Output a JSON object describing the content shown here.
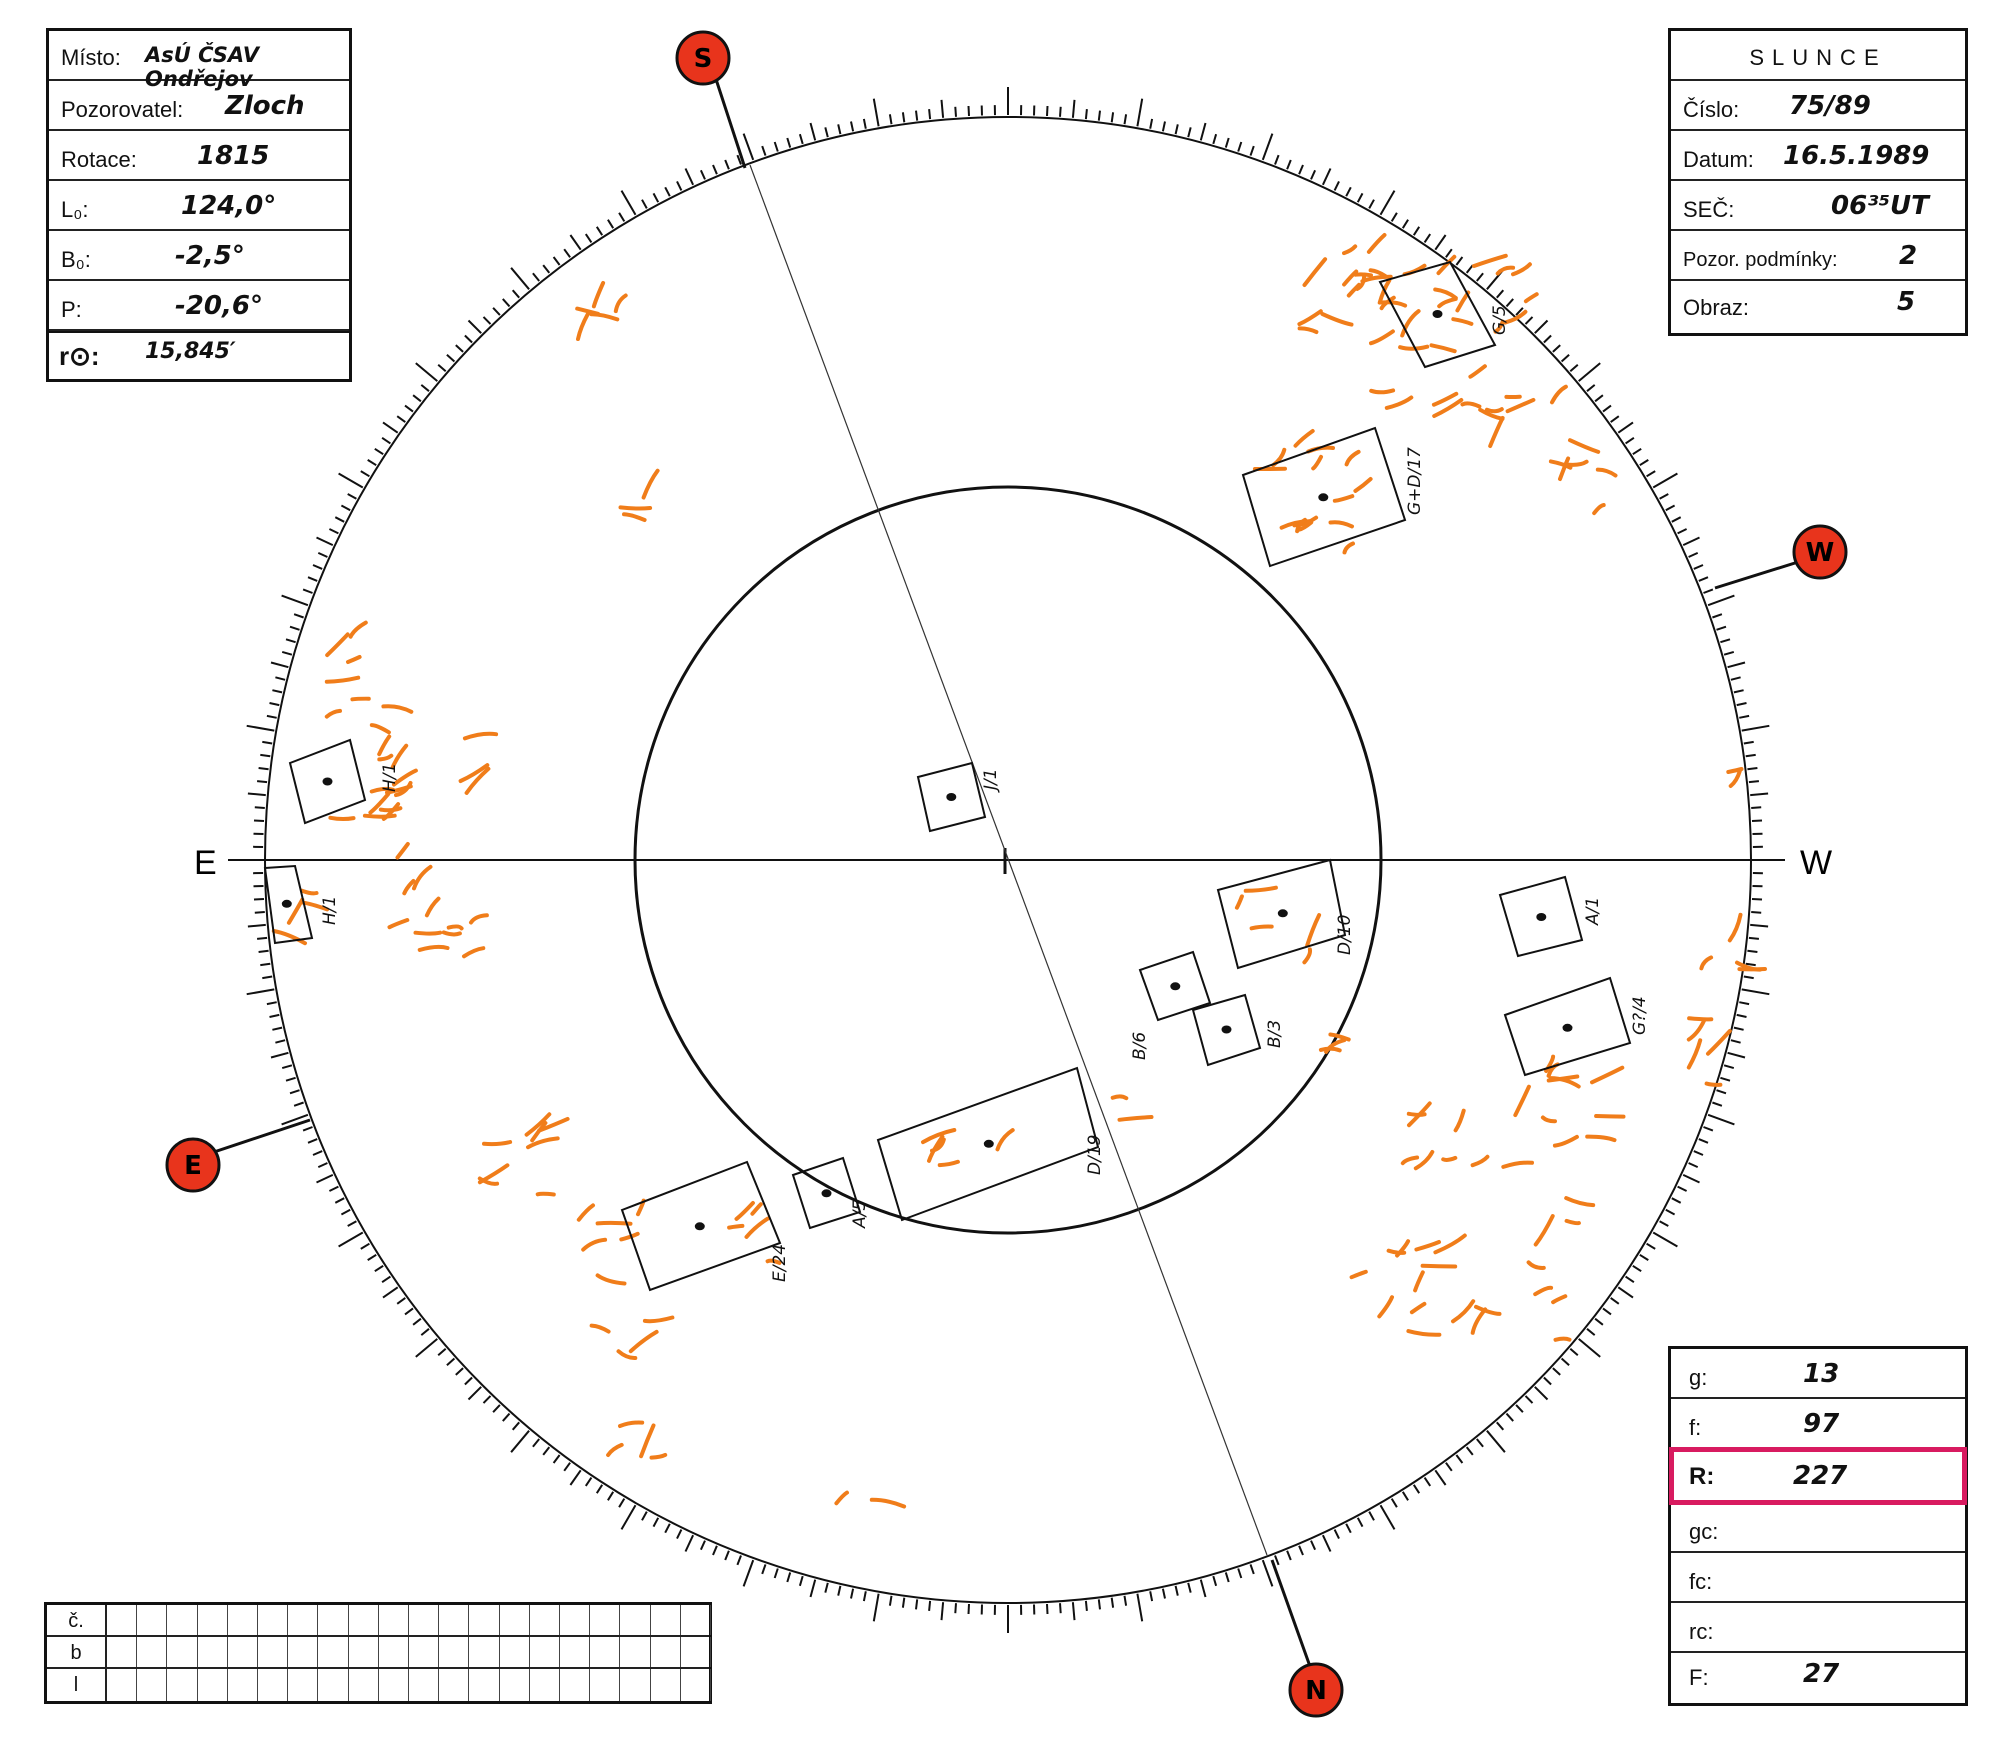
{
  "observation": {
    "misto": {
      "label": "Místo:",
      "value": "AsÚ ČSAV Ondřejov"
    },
    "pozorovatel": {
      "label": "Pozorovatel:",
      "value": "Zloch"
    },
    "rotace": {
      "label": "Rotace:",
      "value": "1815"
    },
    "l0": {
      "label": "L₀:",
      "value": "124,0°"
    },
    "b0": {
      "label": "B₀:",
      "value": "-2,5°"
    },
    "p": {
      "label": "P:",
      "value": "-20,6°"
    },
    "r0": {
      "label": "r⊙:",
      "value": "15,845′"
    }
  },
  "header": {
    "title": "SLUNCE",
    "cislo": {
      "label": "Číslo:",
      "value": "75/89"
    },
    "datum": {
      "label": "Datum:",
      "value": "16.5.1989"
    },
    "sec": {
      "label": "SEČ:",
      "value": "06³⁵UT"
    },
    "podminky": {
      "label": "Pozor. podmínky:",
      "value": "2"
    },
    "obraz": {
      "label": "Obraz:",
      "value": "5"
    }
  },
  "counts": {
    "g": {
      "label": "g:",
      "value": "13"
    },
    "f": {
      "label": "f:",
      "value": "97"
    },
    "R": {
      "label": "R:",
      "value": "227"
    },
    "gc": {
      "label": "gc:",
      "value": ""
    },
    "fc": {
      "label": "fc:",
      "value": ""
    },
    "rc": {
      "label": "rc:",
      "value": ""
    },
    "F": {
      "label": "F:",
      "value": "27"
    }
  },
  "grid": {
    "rows": [
      "č.",
      "b",
      "l"
    ]
  },
  "axis": {
    "east": "E",
    "west": "W"
  },
  "badges": {
    "south": "S",
    "west": "W",
    "east": "E",
    "north": "N"
  },
  "groups": [
    {
      "id": "G",
      "label": "G/5"
    },
    {
      "id": "GD",
      "label": "G+D/17"
    },
    {
      "id": "J",
      "label": "J/1"
    },
    {
      "id": "H1",
      "label": "H/1"
    },
    {
      "id": "H2",
      "label": "H/1"
    },
    {
      "id": "D10",
      "label": "D/10"
    },
    {
      "id": "A1",
      "label": "A/1"
    },
    {
      "id": "G4",
      "label": "G?/4"
    },
    {
      "id": "B6",
      "label": "B/6"
    },
    {
      "id": "B3",
      "label": "B/3"
    },
    {
      "id": "D19",
      "label": "D/19"
    },
    {
      "id": "A5",
      "label": "A/5"
    },
    {
      "id": "E24",
      "label": "E/24"
    }
  ],
  "colors": {
    "faculae": "#f07d1a",
    "badge": "#e8341c",
    "highlight": "#d81b60",
    "ink": "#111111"
  }
}
